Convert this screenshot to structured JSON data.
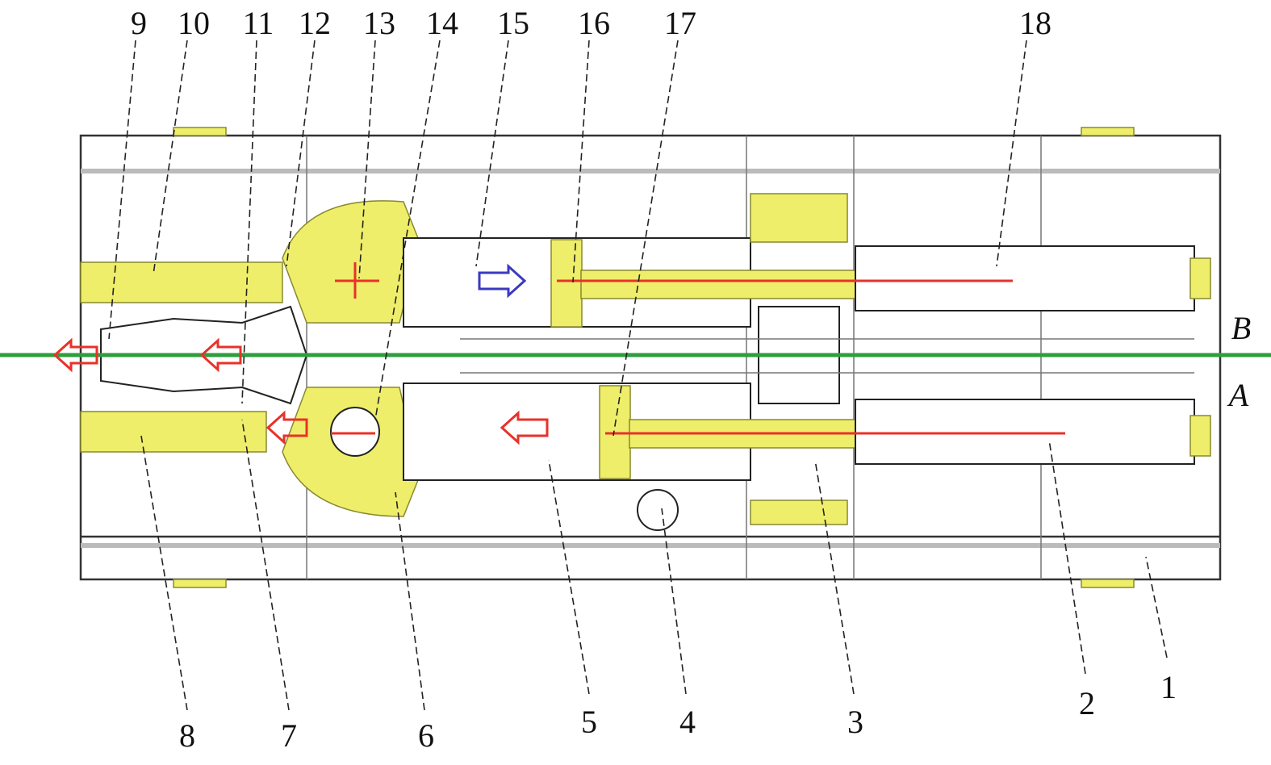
{
  "diagram": {
    "top_labels": [
      "9",
      "10",
      "11",
      "12",
      "13",
      "14",
      "15",
      "16",
      "17",
      "18"
    ],
    "bottom_labels": [
      "8",
      "7",
      "6",
      "5",
      "4",
      "3",
      "2",
      "1"
    ],
    "axis_labels": {
      "b": "B",
      "a": "A"
    },
    "colors": {
      "axis_line": "#2e9e3e",
      "center_line": "#e8322a",
      "hatched_part": "#eeee6a",
      "arrow_left": "#e8322a",
      "arrow_right": "#3a3ac0"
    }
  }
}
